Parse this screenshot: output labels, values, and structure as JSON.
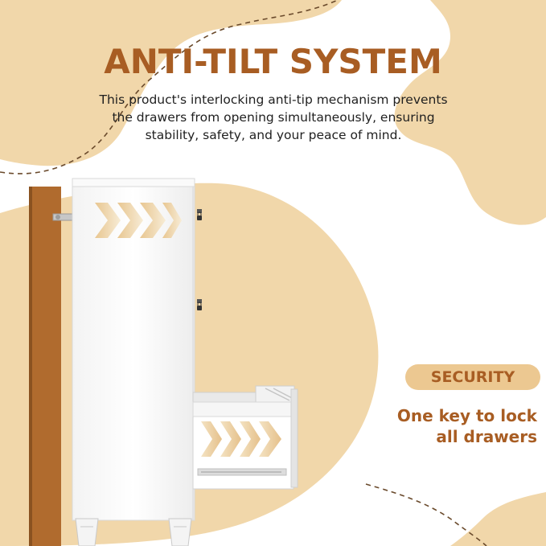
{
  "heading": "ANTI-TILT SYSTEM",
  "description": "This product's interlocking anti-tip mechanism prevents the drawers from opening simultaneously, ensuring stability, safety, and your peace of mind.",
  "badge": "SECURITY",
  "feature": {
    "line1": "One key to lock",
    "line2": "all drawers"
  },
  "colors": {
    "accent": "#a85d23",
    "sand": "#ecc891",
    "sand_light": "#f1d7aa",
    "text": "#1f1f1f",
    "cabinet": "#f7f7f7"
  },
  "icons": [
    "lock-icon",
    "chevron-arrow-icon"
  ]
}
